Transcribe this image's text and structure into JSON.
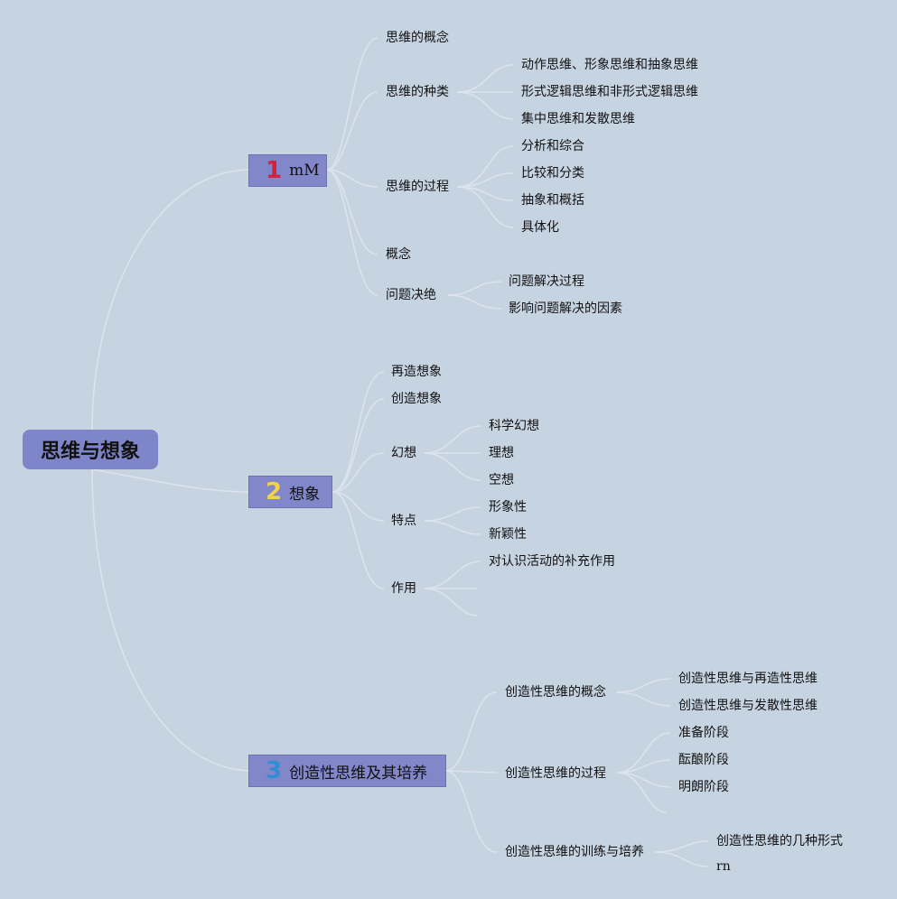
{
  "colors": {
    "background": "#c6d4e2",
    "node_fill": "#8187c8",
    "connector": "#dbe3ec",
    "num1": "#d6213b",
    "num2": "#f2d24a",
    "num3": "#2e8fd8"
  },
  "root": {
    "label": "思维与想象"
  },
  "branch1": {
    "number": "1",
    "label": "mM",
    "items": {
      "concept": "思维的概念",
      "types": "思维的种类",
      "types_children": [
        "动作思维、形象思维和抽象思维",
        "形式逻辑思维和非形式逻辑思维",
        "集中思维和发散思维"
      ],
      "process": "思维的过程",
      "process_children": [
        "分析和综合",
        "比较和分类",
        "抽象和概括",
        "具体化"
      ],
      "notion": "概念",
      "problem": "问题决绝",
      "problem_children": [
        "问题解决过程",
        "影响问题解决的因素"
      ]
    }
  },
  "branch2": {
    "number": "2",
    "label": "想象",
    "items": {
      "reproductive": "再造想象",
      "creative": "创造想象",
      "fantasy": "幻想",
      "fantasy_children": [
        "科学幻想",
        "理想",
        "空想"
      ],
      "features": "特点",
      "features_children": [
        "形象性",
        "新颖性"
      ],
      "function": "作用",
      "function_children": [
        "对认识活动的补充作用"
      ]
    }
  },
  "branch3": {
    "number": "3",
    "label": "创造性思维及其培养",
    "items": {
      "concept": "创造性思维的概念",
      "concept_children": [
        "创造性思维与再造性思维",
        "创造性思维与发散性思维"
      ],
      "process": "创造性思维的过程",
      "process_children": [
        "准备阶段",
        "酝酿阶段",
        "明朗阶段"
      ],
      "training": "创造性思维的训练与培养",
      "training_children": [
        "创造性思维的几种形式",
        "rn"
      ]
    }
  }
}
